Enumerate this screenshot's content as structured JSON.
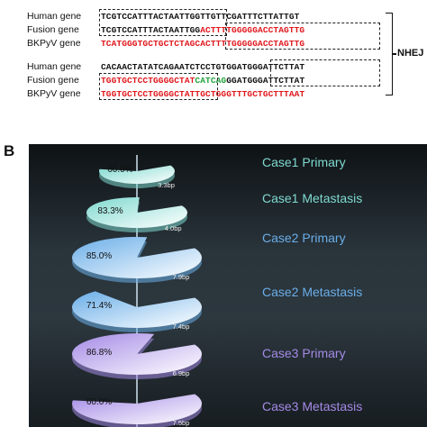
{
  "panel_a": {
    "group1": {
      "human": {
        "label": "Human gene",
        "seq1": "TCGTCCATTTACTAATTGG",
        "seq2": "TTGTTCGATTTCTTATTGT"
      },
      "fusion": {
        "label": "Fusion gene",
        "seq1": "TCGTCCATTTACTAATTGG",
        "seq2": "ACTTTTGGGGGACCTAGTTG"
      },
      "bkpyv": {
        "label": "BKPyV gene",
        "seq1": "TCATGGGTGCTGCTCTAGC",
        "seq2": "ACTTTTGGGGGACCTAGTTG"
      }
    },
    "group2": {
      "human": {
        "label": "Human gene",
        "seq1": "CACAACTATATCAGAATCTCCTG",
        "seq2": "TGGATGGGATTCTTAT"
      },
      "fusion": {
        "label": "Fusion gene",
        "seq1": "TGGTGCTCCTGGGGCTAT",
        "seq_mid": "CATCAG",
        "seq2": "GGATGGGATTCTTAT"
      },
      "bkpyv": {
        "label": "BKPyV gene",
        "seq1": "TGGTGCTCCTGGGGCTAT",
        "seq2": "TGCTGGGTTTGCTGCTTTAAT"
      }
    },
    "mechanism": "NHEJ"
  },
  "panel_b": {
    "label": "B",
    "cases": [
      {
        "name": "Case1 Primary",
        "percent": "60.0%",
        "length": "3.3bp",
        "fraction": 0.6,
        "color": "#7fd9cf"
      },
      {
        "name": "Case1 Metastasis",
        "percent": "83.3%",
        "length": "4.0bp",
        "fraction": 0.833,
        "color": "#7fd9cf"
      },
      {
        "name": "Case2 Primary",
        "percent": "85.0%",
        "length": "7.9bp",
        "fraction": 0.85,
        "color": "#6aaee8"
      },
      {
        "name": "Case2 Metastasis",
        "percent": "71.4%",
        "length": "7.4bp",
        "fraction": 0.714,
        "color": "#6aaee8"
      },
      {
        "name": "Case3 Primary",
        "percent": "86.8%",
        "length": "6.9bp",
        "fraction": 0.868,
        "color": "#a48ae6"
      },
      {
        "name": "Case3 Metastasis",
        "percent": "60.0%",
        "length": "7.5bp",
        "fraction": 0.6,
        "color": "#a48ae6"
      }
    ]
  }
}
